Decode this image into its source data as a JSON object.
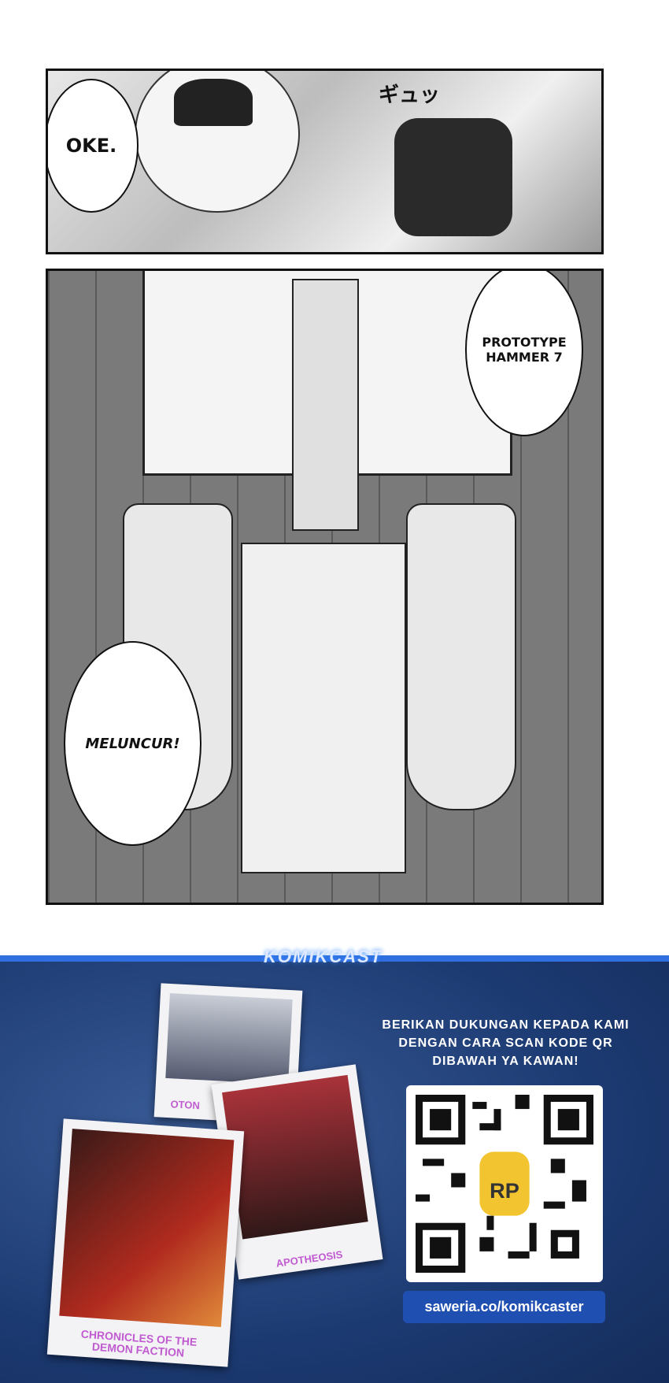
{
  "panels": [
    {
      "bubbles": [
        "OKE."
      ],
      "sfx": "ギュッ"
    },
    {
      "bubbles": [
        "PROTOTYPE HAMMER 7",
        "MELUNCUR!"
      ]
    }
  ],
  "banner": {
    "logo": "KOMIKCAST",
    "cta": "BERIKAN DUKUNGAN KEPADA KAMI DENGAN CARA SCAN KODE QR DIBAWAH YA KAWAN!",
    "qr_badge": "RP",
    "link": "saweria.co/komikcaster",
    "covers": [
      "OTON",
      "APOTHEOSIS",
      "CHRONICLES OF THE DEMON FACTION"
    ],
    "colors": {
      "bar": "#2f6fe0",
      "background": "#1c3a72",
      "button": "#1f4fb0",
      "caption": "#c05bd0"
    }
  }
}
